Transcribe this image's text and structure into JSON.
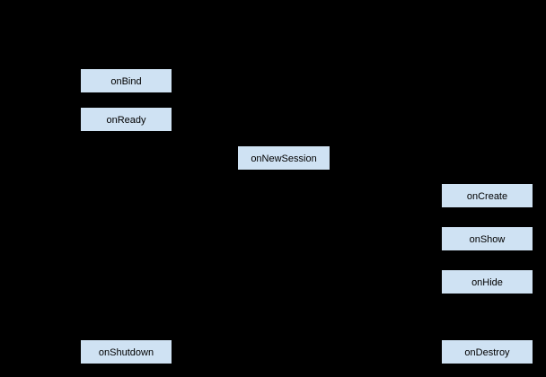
{
  "diagram": {
    "background_color": "#000000",
    "node_fill_color": "#cfe2f3",
    "node_border_color": "#000000",
    "node_text_color": "#000000",
    "nodes": [
      {
        "label": "onBind"
      },
      {
        "label": "onReady"
      },
      {
        "label": "onNewSession"
      },
      {
        "label": "onCreate"
      },
      {
        "label": "onShow"
      },
      {
        "label": "onHide"
      },
      {
        "label": "onShutdown"
      },
      {
        "label": "onDestroy"
      }
    ]
  }
}
